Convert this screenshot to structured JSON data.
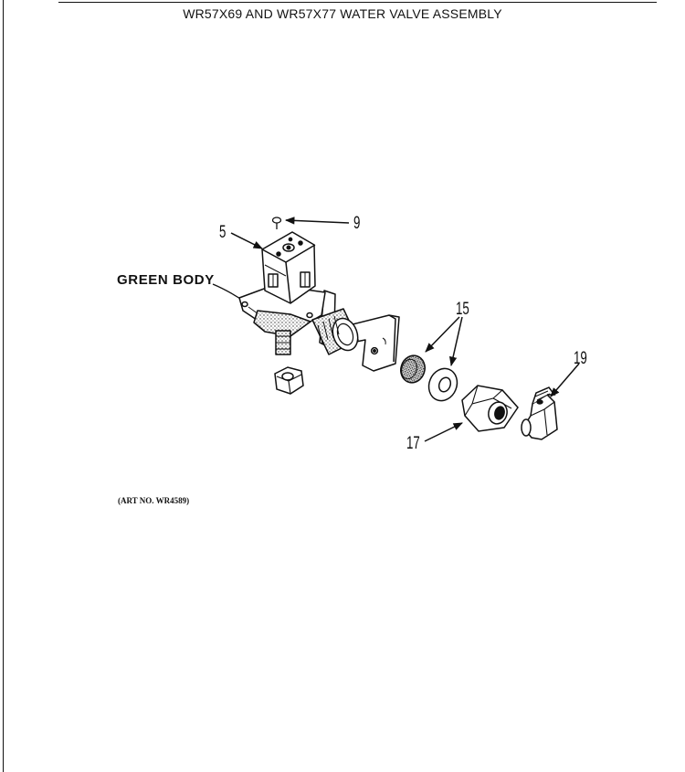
{
  "title": "WR57X69 AND WR57X77 WATER VALVE ASSEMBLY",
  "callouts": {
    "c5": "5",
    "c9": "9",
    "c15": "15",
    "c17": "17",
    "c19": "19",
    "green_body": "GREEN BODY"
  },
  "art_number": "(ART NO. WR4589)"
}
